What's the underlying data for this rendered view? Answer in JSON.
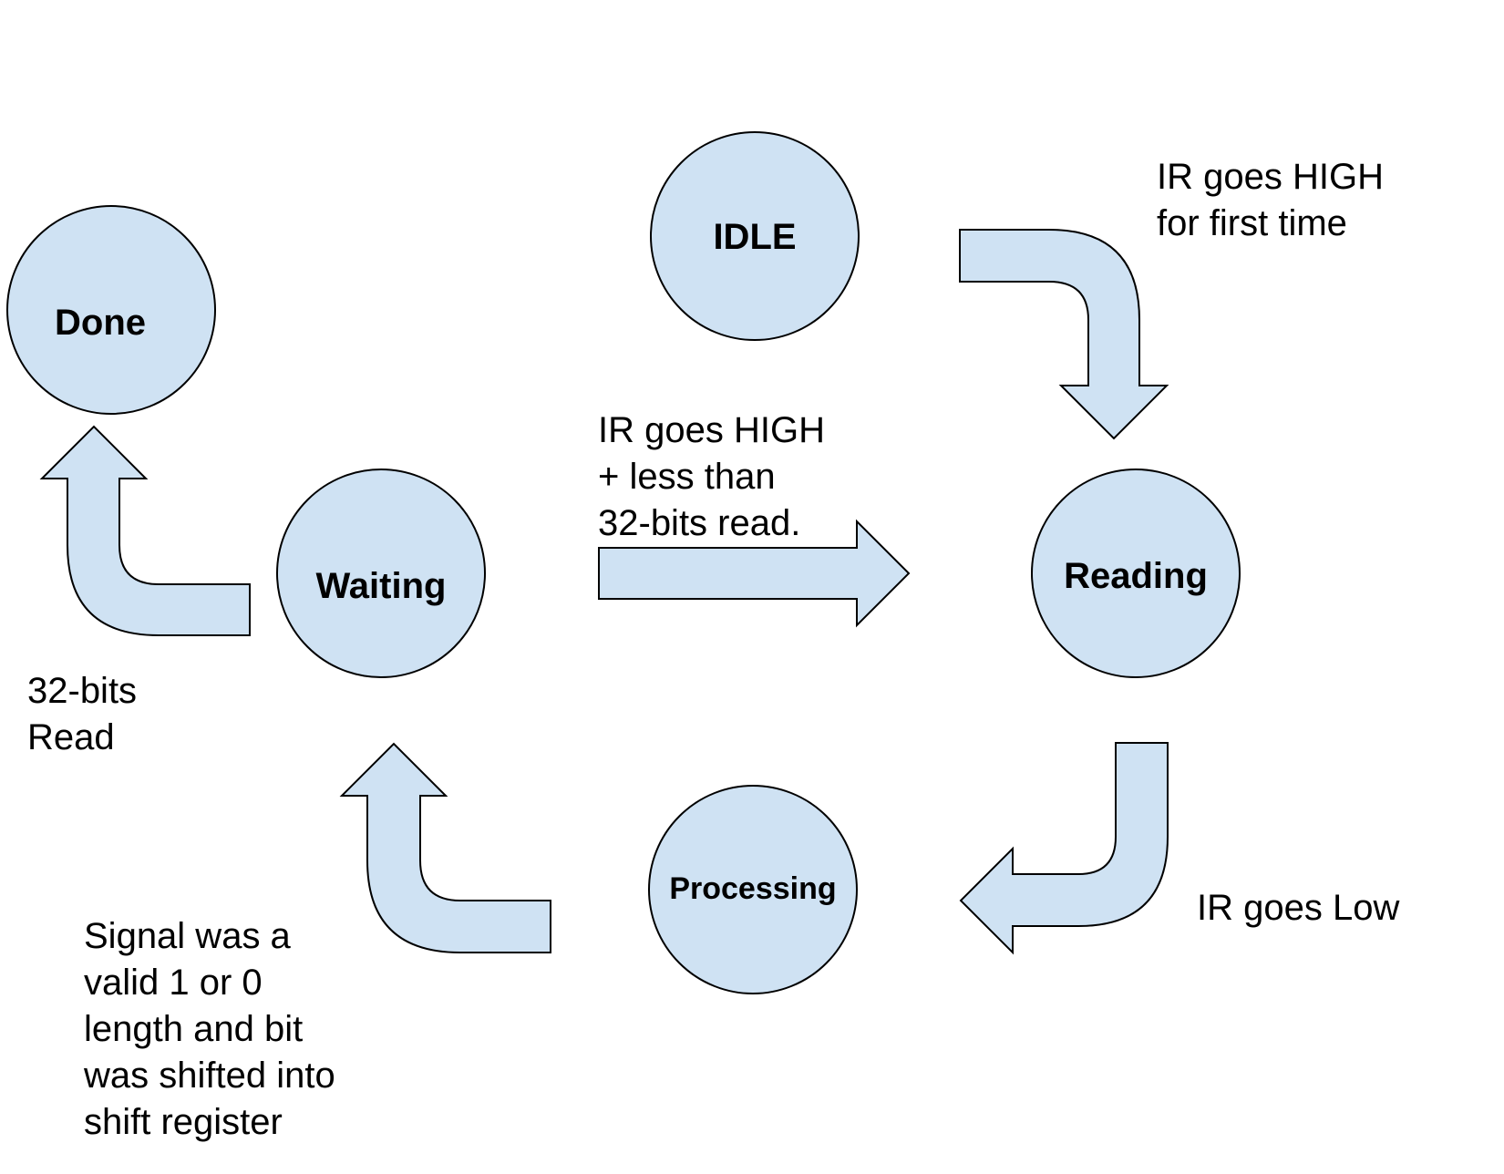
{
  "states": {
    "idle": "IDLE",
    "done": "Done",
    "waiting": "Waiting",
    "reading": "Reading",
    "processing": "Processing"
  },
  "transitions": {
    "idle_to_reading": [
      "IR goes HIGH",
      "for first time"
    ],
    "waiting_to_reading": [
      "IR goes HIGH",
      "+ less than",
      "32-bits read."
    ],
    "waiting_to_done": [
      "32-bits",
      "Read"
    ],
    "reading_to_processing": [
      "IR goes Low"
    ],
    "processing_to_waiting": [
      "Signal was a",
      "valid 1 or 0",
      "length and bit",
      "was shifted into",
      "shift register"
    ]
  },
  "colors": {
    "node_fill": "#cfe2f3",
    "stroke": "#000000"
  }
}
